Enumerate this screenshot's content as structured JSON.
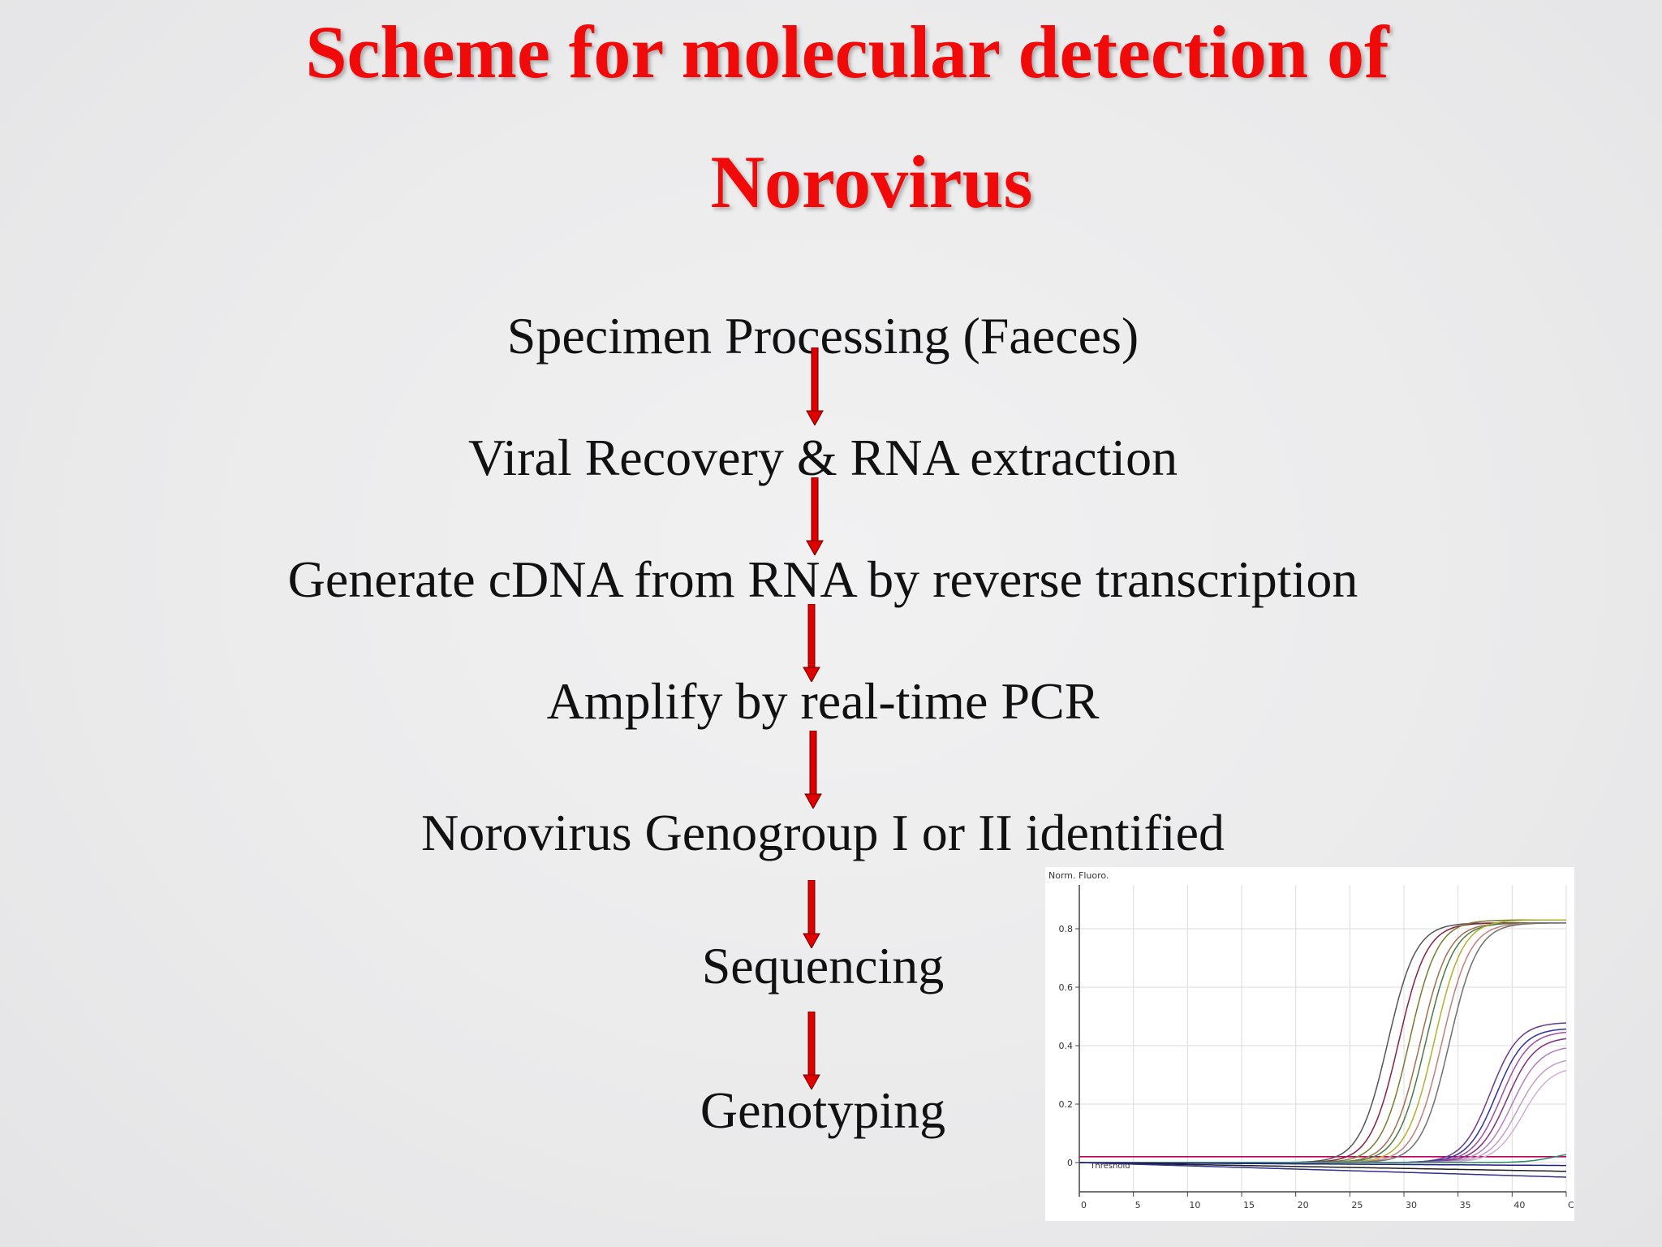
{
  "slide": {
    "title_line1": "Scheme for molecular detection of",
    "title_line2": "Norovirus",
    "steps": [
      "Specimen Processing (Faeces)",
      "Viral Recovery & RNA extraction",
      "Generate cDNA from RNA by reverse transcription",
      "Amplify by real-time PCR",
      "Norovirus Genogroup I or II identified",
      "Sequencing",
      "Genotyping"
    ],
    "colors": {
      "title": "#f00a0a",
      "arrow": "#e00000"
    }
  },
  "chart_data": {
    "type": "line",
    "ylabel": "Norm. Fluoro.",
    "xlabel": "Cycle",
    "threshold_label": "Threshold",
    "threshold": 0.02,
    "xticks": [
      "0",
      "5",
      "10",
      "15",
      "20",
      "25",
      "30",
      "35",
      "40",
      "Cycle"
    ],
    "yticks": [
      "0",
      "0.2",
      "0.4",
      "0.6",
      "0.8"
    ],
    "xlim": [
      0,
      45
    ],
    "ylim": [
      -0.1,
      0.95
    ],
    "series": [
      {
        "color": "#555555",
        "ct": 28.5,
        "max": 0.82
      },
      {
        "color": "#8a2040",
        "ct": 29.5,
        "max": 0.82
      },
      {
        "color": "#7a7a30",
        "ct": 30.5,
        "max": 0.83
      },
      {
        "color": "#a07050",
        "ct": 31.5,
        "max": 0.82
      },
      {
        "color": "#4a7a4a",
        "ct": 32.0,
        "max": 0.82
      },
      {
        "color": "#b0b030",
        "ct": 32.8,
        "max": 0.83
      },
      {
        "color": "#c08080",
        "ct": 33.5,
        "max": 0.82
      },
      {
        "color": "#707070",
        "ct": 34.2,
        "max": 0.82
      },
      {
        "color": "#6a3a8a",
        "ct": 38.0,
        "max": 0.48
      },
      {
        "color": "#3030a0",
        "ct": 38.5,
        "max": 0.46
      },
      {
        "color": "#a050a0",
        "ct": 39.0,
        "max": 0.45
      },
      {
        "color": "#803080",
        "ct": 39.5,
        "max": 0.43
      },
      {
        "color": "#b080c0",
        "ct": 40.0,
        "max": 0.4
      },
      {
        "color": "#c0a0c0",
        "ct": 40.5,
        "max": 0.36
      },
      {
        "color": "#d0b0d0",
        "ct": 41.0,
        "max": 0.33
      },
      {
        "color": "#2a8a6a",
        "ct": 44.0,
        "max": 0.04
      },
      {
        "color": "#20207a",
        "ct": 99,
        "max": 0.0,
        "flat": -0.01
      },
      {
        "color": "#202020",
        "ct": 99,
        "max": 0.0,
        "flat": -0.03
      },
      {
        "color": "#303090",
        "ct": 99,
        "max": 0.0,
        "flat": -0.05
      }
    ]
  }
}
